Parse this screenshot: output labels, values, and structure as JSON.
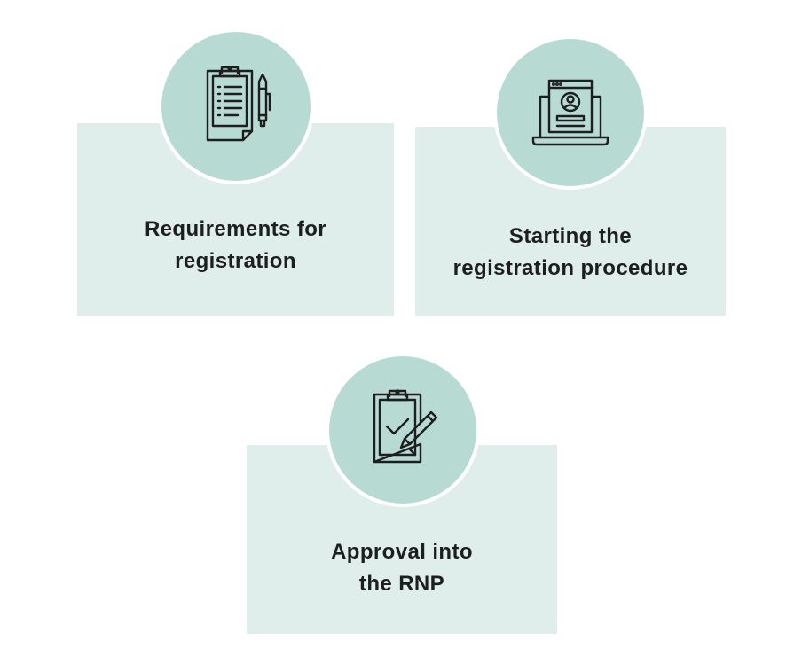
{
  "steps": [
    {
      "icon": "clipboard-checklist-pen-icon",
      "label_line1": "Requirements for",
      "label_line2": "registration"
    },
    {
      "icon": "laptop-profile-icon",
      "label_line1": "Starting the",
      "label_line2": "registration procedure"
    },
    {
      "icon": "clipboard-check-pen-icon",
      "label_line1": "Approval into",
      "label_line2": "the RNP"
    }
  ],
  "colors": {
    "card_background": "#e0eeeb",
    "circle_background": "#b7dbd3",
    "text": "#1e1e1e"
  }
}
